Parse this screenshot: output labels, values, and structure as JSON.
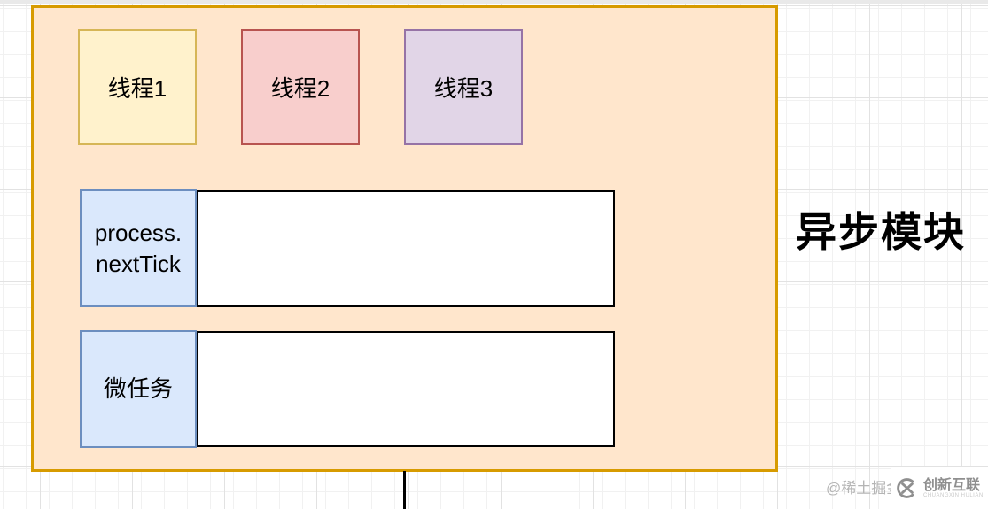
{
  "canvas": {
    "background": "#ffffff",
    "grid_minor_color": "#f1f1f1",
    "grid_major_color": "#e2e2e2"
  },
  "async_module": {
    "title": "异步模块",
    "container_fill": "#ffe6cc",
    "container_stroke": "#d79b00",
    "threads": [
      {
        "label": "线程1",
        "fill": "#fff2cc",
        "stroke": "#d6b656"
      },
      {
        "label": "线程2",
        "fill": "#f8cecc",
        "stroke": "#b85450"
      },
      {
        "label": "线程3",
        "fill": "#e1d5e7",
        "stroke": "#9673a6"
      }
    ],
    "queues": [
      {
        "label_lines": [
          "process.",
          "nextTick"
        ],
        "label_fill": "#dae8fc",
        "label_stroke": "#6c8ebf",
        "track_fill": "#ffffff",
        "track_stroke": "#000000"
      },
      {
        "label_lines": [
          "微任务"
        ],
        "label_fill": "#dae8fc",
        "label_stroke": "#6c8ebf",
        "track_fill": "#ffffff",
        "track_stroke": "#000000"
      }
    ]
  },
  "connector": {
    "color": "#000000"
  },
  "watermark": {
    "handle": "@稀土掘金",
    "brand": "创新互联",
    "brand_subtext": "CHUANGXIN HULIAN"
  }
}
